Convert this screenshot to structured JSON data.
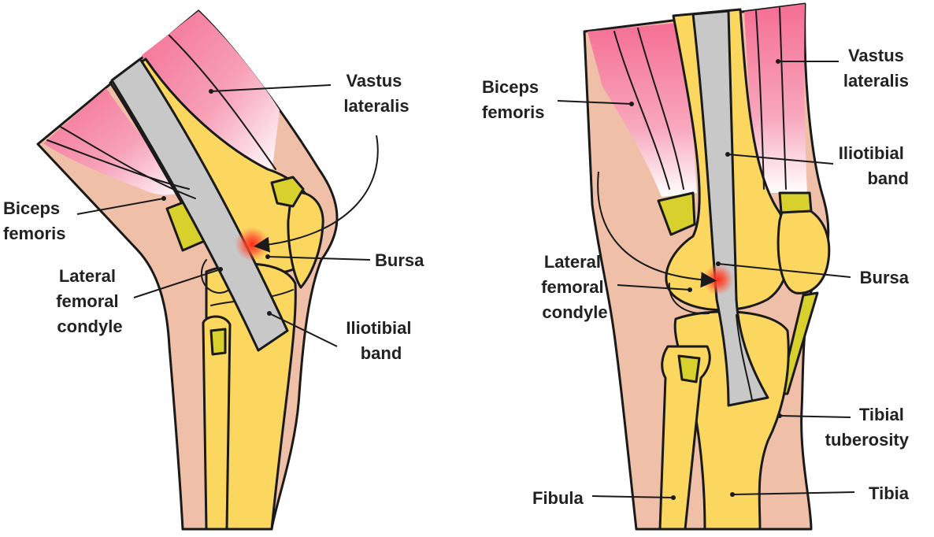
{
  "colors": {
    "skin": "#f0bfa8",
    "bone": "#fcd75f",
    "cartilage": "#d8d02c",
    "muscle": "#f56e93",
    "itband": "#c8c8c8",
    "outline": "#1a1a1a",
    "inflammation": "#ff2a1a"
  },
  "flexed_view": {
    "labels": {
      "vastus_lateralis": [
        "Vastus",
        "lateralis"
      ],
      "biceps_femoris": [
        "Biceps",
        "femoris"
      ],
      "bursa": [
        "Bursa"
      ],
      "lateral_femoral_condyle": [
        "Lateral",
        "femoral",
        "condyle"
      ],
      "iliotibial_band": [
        "Iliotibial",
        "band"
      ]
    }
  },
  "extended_view": {
    "labels": {
      "biceps_femoris": [
        "Biceps",
        "femoris"
      ],
      "vastus_lateralis": [
        "Vastus",
        "lateralis"
      ],
      "iliotibial_band": [
        "Iliotibial",
        "band"
      ],
      "lateral_femoral_condyle": [
        "Lateral",
        "femoral",
        "condyle"
      ],
      "bursa": [
        "Bursa"
      ],
      "tibial_tuberosity": [
        "Tibial",
        "tuberosity"
      ],
      "fibula": [
        "Fibula"
      ],
      "tibia": [
        "Tibia"
      ]
    }
  }
}
